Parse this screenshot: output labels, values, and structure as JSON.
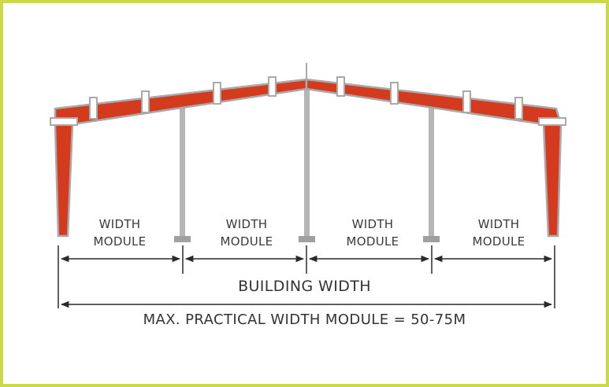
{
  "colors": {
    "frame_border": "#c9d94a",
    "rafter_fill": "#d43a1e",
    "outline": "#a9a9a9",
    "column": "#b5b5b5",
    "text": "#333333"
  },
  "modules": [
    {
      "line1": "WIDTH",
      "line2": "MODULE"
    },
    {
      "line1": "WIDTH",
      "line2": "MODULE"
    },
    {
      "line1": "WIDTH",
      "line2": "MODULE"
    },
    {
      "line1": "WIDTH",
      "line2": "MODULE"
    }
  ],
  "building_width_label": "BUILDING WIDTH",
  "max_width_label": "MAX. PRACTICAL WIDTH MODULE = 50-75M"
}
